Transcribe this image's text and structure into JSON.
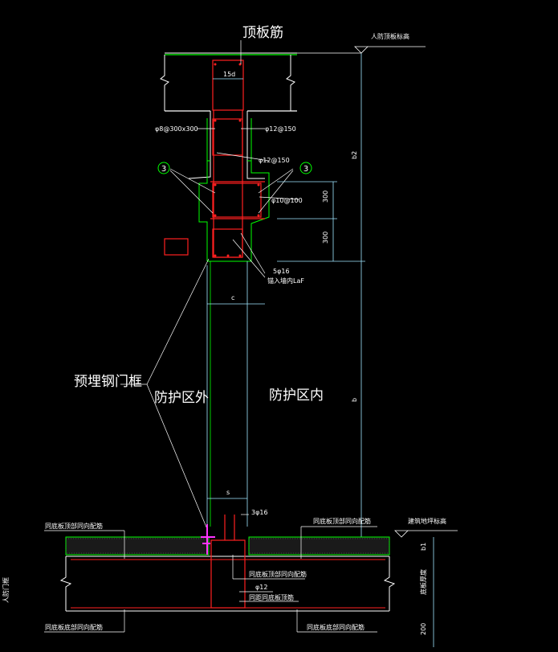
{
  "labels": {
    "top_slab_bar": "顶板筋",
    "top_elevation": "人防顶板标高",
    "dim_15d": "15d",
    "stirrup_main": "φ8@300x300",
    "bar_12_150_a": "φ12@150",
    "bar_12_150_b": "φ12@150",
    "bar_10_100": "φ10@100",
    "callout_3": "3",
    "dim_300_a": "300",
    "dim_300_b": "300",
    "dim_b2": "b2",
    "bars_5_16": "5φ16",
    "anchor_note": "锚入墙内LaF",
    "dim_c": "c",
    "embedded_frame": "预埋钢门框",
    "outside_zone": "防护区外",
    "inside_zone": "防护区内",
    "dim_b": "b",
    "dim_s": "s",
    "bars_3_16": "3φ16",
    "floor_elevation": "建筑地坪标高",
    "bottom_top_bar_left": "同底板顶部同向配筋",
    "bottom_top_bar_right": "同底板顶部同向配筋",
    "same_dir_bar": "同底板顶部同向配筋",
    "bar_12": "φ12",
    "bottom_bar_same": "同距同底板顶筋",
    "dim_b1": "b1",
    "slab_thickness": "底板厚度",
    "bottom_bottom_bar_left": "同底板底部同向配筋",
    "bottom_bottom_bar_right": "同底板底部同向配筋",
    "dim_200": "200",
    "side_note": "人防门框"
  },
  "colors": {
    "structure": "#ffffff",
    "rebar": "#ff2020",
    "concrete_edge": "#00ff00",
    "dimension": "#9fe7ff",
    "callout": "#00ff00",
    "frame": "#ff33ff"
  }
}
